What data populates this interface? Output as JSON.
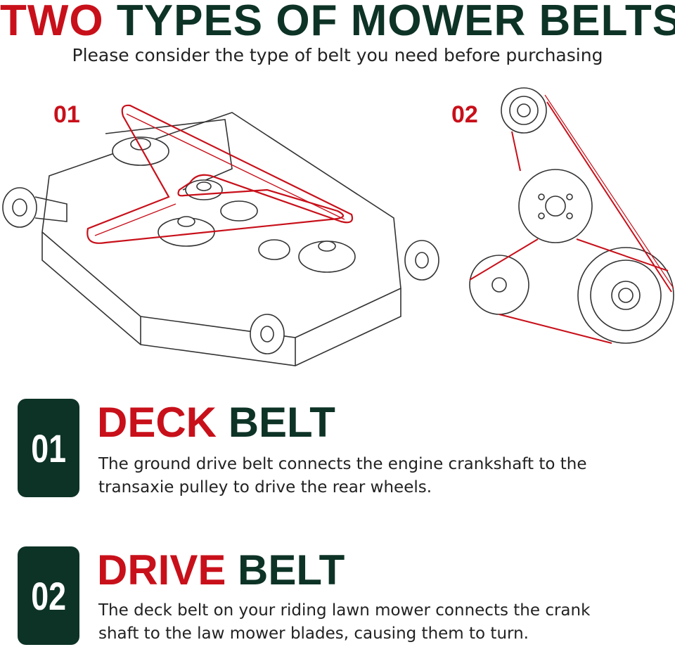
{
  "header": {
    "title_red": "TWO",
    "title_green": "TYPES OF MOWER BELTS",
    "subtitle": "Please consider the type of belt you need before purchasing"
  },
  "diagrams": [
    {
      "label": "01",
      "icon": "mower-deck-belt-diagram"
    },
    {
      "label": "02",
      "icon": "drive-belt-pulley-diagram"
    }
  ],
  "sections": [
    {
      "number": "01",
      "heading_red": "DECK",
      "heading_green": "BELT",
      "description_line1": "The ground drive belt connects the engine crankshaft to the",
      "description_line2": "transaxie pulley to drive the rear wheels."
    },
    {
      "number": "02",
      "heading_red": "DRIVE",
      "heading_green": "BELT",
      "description_line1": "The deck belt on your riding lawn mower connects the crank",
      "description_line2": "shaft to the law mower blades, causing them to turn."
    }
  ],
  "colors": {
    "accent_red": "#c8101a",
    "dark_green": "#0d3326"
  }
}
